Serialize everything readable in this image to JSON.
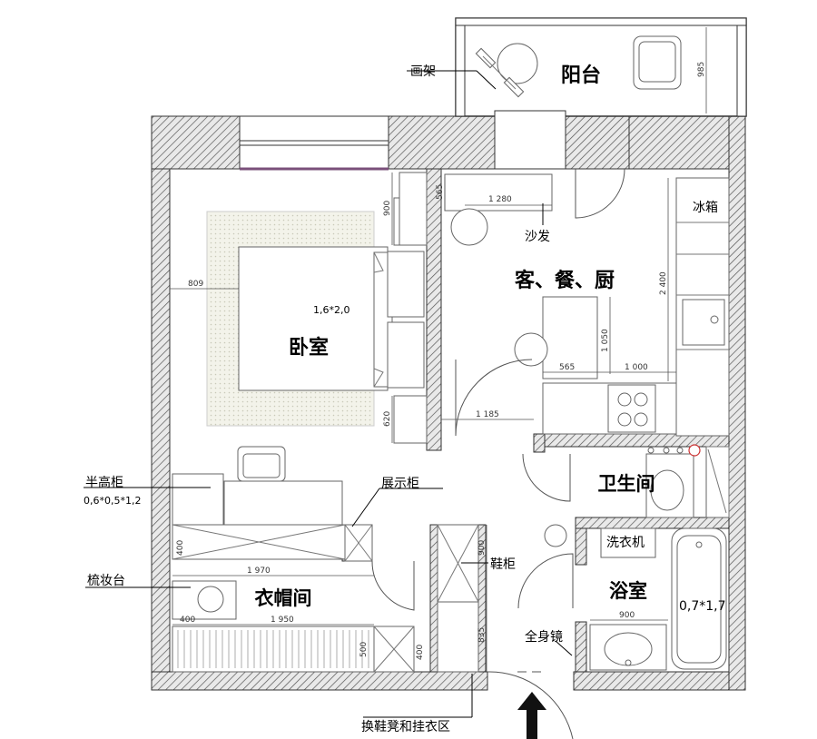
{
  "rooms": {
    "balcony": "阳台",
    "bedroom": "卧室",
    "living": "客、餐、厨",
    "toilet": "卫生间",
    "bathroom": "浴室",
    "closet": "衣帽间"
  },
  "callouts": {
    "easel": "画架",
    "sofa": "沙发",
    "fridge": "冰箱",
    "half_cabinet": "半高柜",
    "half_cabinet_size": "0,6*0,5*1,2",
    "display_cabinet": "展示柜",
    "dresser": "梳妆台",
    "shoe_cabinet": "鞋柜",
    "washer": "洗衣机",
    "mirror": "全身镜",
    "bench": "换鞋凳和挂衣区"
  },
  "sizes": {
    "bed": "1,6*2,0",
    "tub": "0,7*1,7"
  },
  "dims": {
    "balcony_h": "985",
    "bed_top": "900",
    "bed_side": "809",
    "bed_bottom": "620",
    "sofa_depth": "565",
    "sofa_len": "1 280",
    "kitchen_h": "2 400",
    "table_h": "1 050",
    "table_565": "565",
    "table_1000": "1 000",
    "corridor": "1 185",
    "display_400": "400",
    "closet_1970": "1 970",
    "closet_400": "400",
    "closet_1950": "1 950",
    "closet_500": "500",
    "closet_400b": "400",
    "shoe_900": "900",
    "shoe_835": "835",
    "bath_900": "900"
  }
}
